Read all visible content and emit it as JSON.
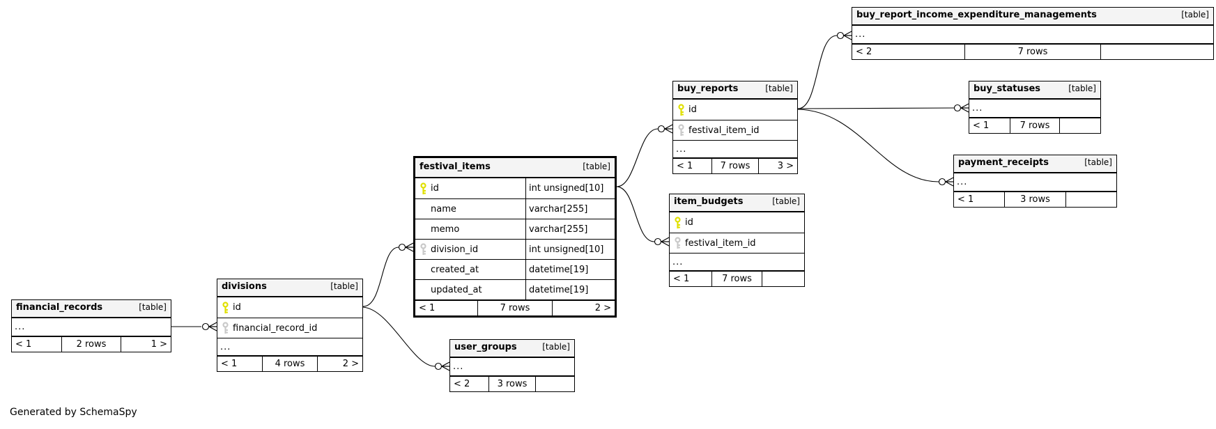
{
  "diagram_note": "Generated by SchemaSpy",
  "colors": {
    "header_bg": "#f4f4f4",
    "border": "#000000",
    "primary_key": "#e0e000",
    "foreign_key": "#c9c9c9",
    "background": "#ffffff"
  },
  "tables": {
    "financial_records": {
      "name": "financial_records",
      "tag": "[table]",
      "ellipsis": "...",
      "footer": {
        "prev": "< 1",
        "rows": "2 rows",
        "next": "1 >"
      }
    },
    "divisions": {
      "name": "divisions",
      "tag": "[table]",
      "ellipsis": "...",
      "columns": [
        {
          "name": "id",
          "key": "pk"
        },
        {
          "name": "financial_record_id",
          "key": "fk"
        }
      ],
      "footer": {
        "prev": "< 1",
        "rows": "4 rows",
        "next": "2 >"
      }
    },
    "festival_items": {
      "name": "festival_items",
      "tag": "[table]",
      "columns": [
        {
          "name": "id",
          "type": "int unsigned[10]",
          "key": "pk"
        },
        {
          "name": "name",
          "type": "varchar[255]",
          "key": ""
        },
        {
          "name": "memo",
          "type": "varchar[255]",
          "key": ""
        },
        {
          "name": "division_id",
          "type": "int unsigned[10]",
          "key": "fk"
        },
        {
          "name": "created_at",
          "type": "datetime[19]",
          "key": ""
        },
        {
          "name": "updated_at",
          "type": "datetime[19]",
          "key": ""
        }
      ],
      "footer": {
        "prev": "< 1",
        "rows": "7 rows",
        "next": "2 >"
      }
    },
    "user_groups": {
      "name": "user_groups",
      "tag": "[table]",
      "ellipsis": "...",
      "footer": {
        "prev": "< 2",
        "rows": "3 rows",
        "next": ""
      }
    },
    "buy_reports": {
      "name": "buy_reports",
      "tag": "[table]",
      "ellipsis": "...",
      "columns": [
        {
          "name": "id",
          "key": "pk"
        },
        {
          "name": "festival_item_id",
          "key": "fk"
        }
      ],
      "footer": {
        "prev": "< 1",
        "rows": "7 rows",
        "next": "3 >"
      }
    },
    "item_budgets": {
      "name": "item_budgets",
      "tag": "[table]",
      "ellipsis": "...",
      "columns": [
        {
          "name": "id",
          "key": "pk"
        },
        {
          "name": "festival_item_id",
          "key": "fk"
        }
      ],
      "footer": {
        "prev": "< 1",
        "rows": "7 rows",
        "next": ""
      }
    },
    "buy_report_income_expenditure_managements": {
      "name": "buy_report_income_expenditure_managements",
      "tag": "[table]",
      "ellipsis": "...",
      "footer": {
        "prev": "< 2",
        "rows": "7 rows",
        "next": ""
      }
    },
    "buy_statuses": {
      "name": "buy_statuses",
      "tag": "[table]",
      "ellipsis": "...",
      "footer": {
        "prev": "< 1",
        "rows": "7 rows",
        "next": ""
      }
    },
    "payment_receipts": {
      "name": "payment_receipts",
      "tag": "[table]",
      "ellipsis": "...",
      "footer": {
        "prev": "< 1",
        "rows": "3 rows",
        "next": ""
      }
    }
  },
  "relationships": [
    {
      "from": "financial_records",
      "to": "divisions.financial_record_id"
    },
    {
      "from": "divisions.id",
      "to": "festival_items.division_id"
    },
    {
      "from": "divisions.id",
      "to": "user_groups"
    },
    {
      "from": "festival_items.id",
      "to": "buy_reports.festival_item_id"
    },
    {
      "from": "festival_items.id",
      "to": "item_budgets.festival_item_id"
    },
    {
      "from": "buy_reports.id",
      "to": "buy_report_income_expenditure_managements"
    },
    {
      "from": "buy_reports.id",
      "to": "buy_statuses"
    },
    {
      "from": "buy_reports.id",
      "to": "payment_receipts"
    }
  ]
}
